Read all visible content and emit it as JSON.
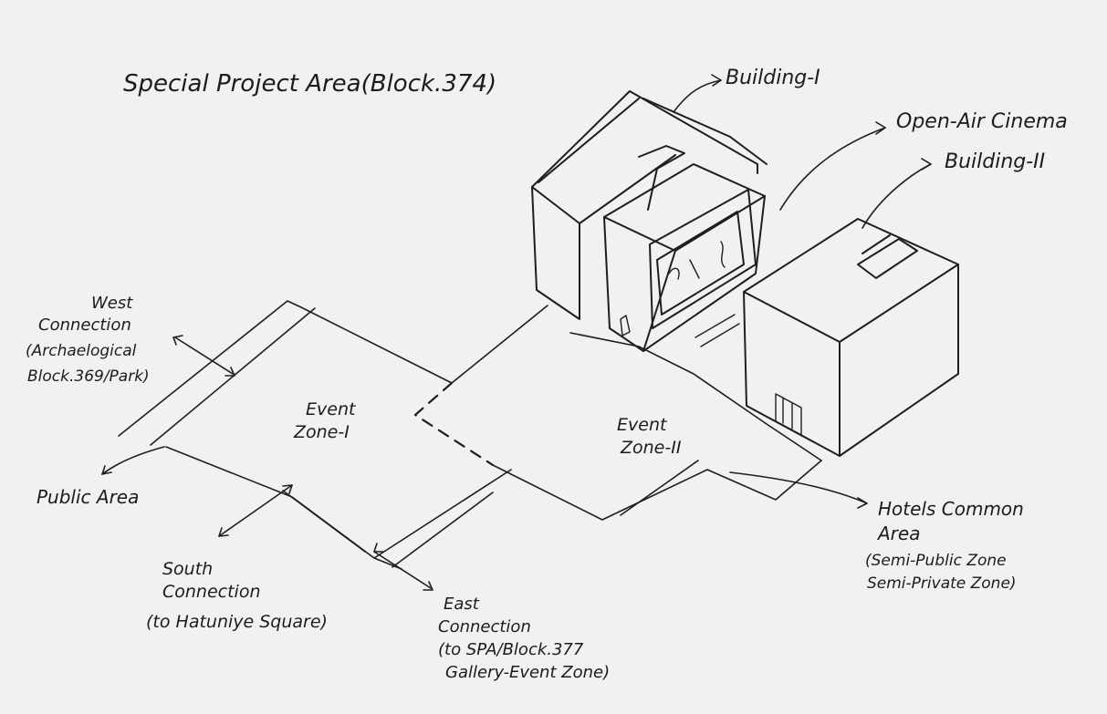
{
  "title": "Special Project Area(Block.374)",
  "labels": {
    "building_1": "Building-I",
    "open_air_cinema": "Open-Air Cinema",
    "building_2": "Building-II",
    "event_zone_1": [
      "Event",
      "Zone-I"
    ],
    "event_zone_2": [
      "Event",
      "Zone-II"
    ],
    "west_connection": [
      "West",
      "Connection",
      "(Archaelogical",
      "Block.369/Park)"
    ],
    "public_area": "Public Area",
    "south_connection": [
      "South",
      "Connection",
      "(to Hatuniye Square)"
    ],
    "east_connection": [
      "East",
      "Connection",
      "(to SPA/Block.377",
      "Gallery-Event Zone)"
    ],
    "hotels_common_area": [
      "Hotels Common",
      "Area",
      "(Semi-Public Zone",
      "Semi-Private Zone)"
    ]
  }
}
